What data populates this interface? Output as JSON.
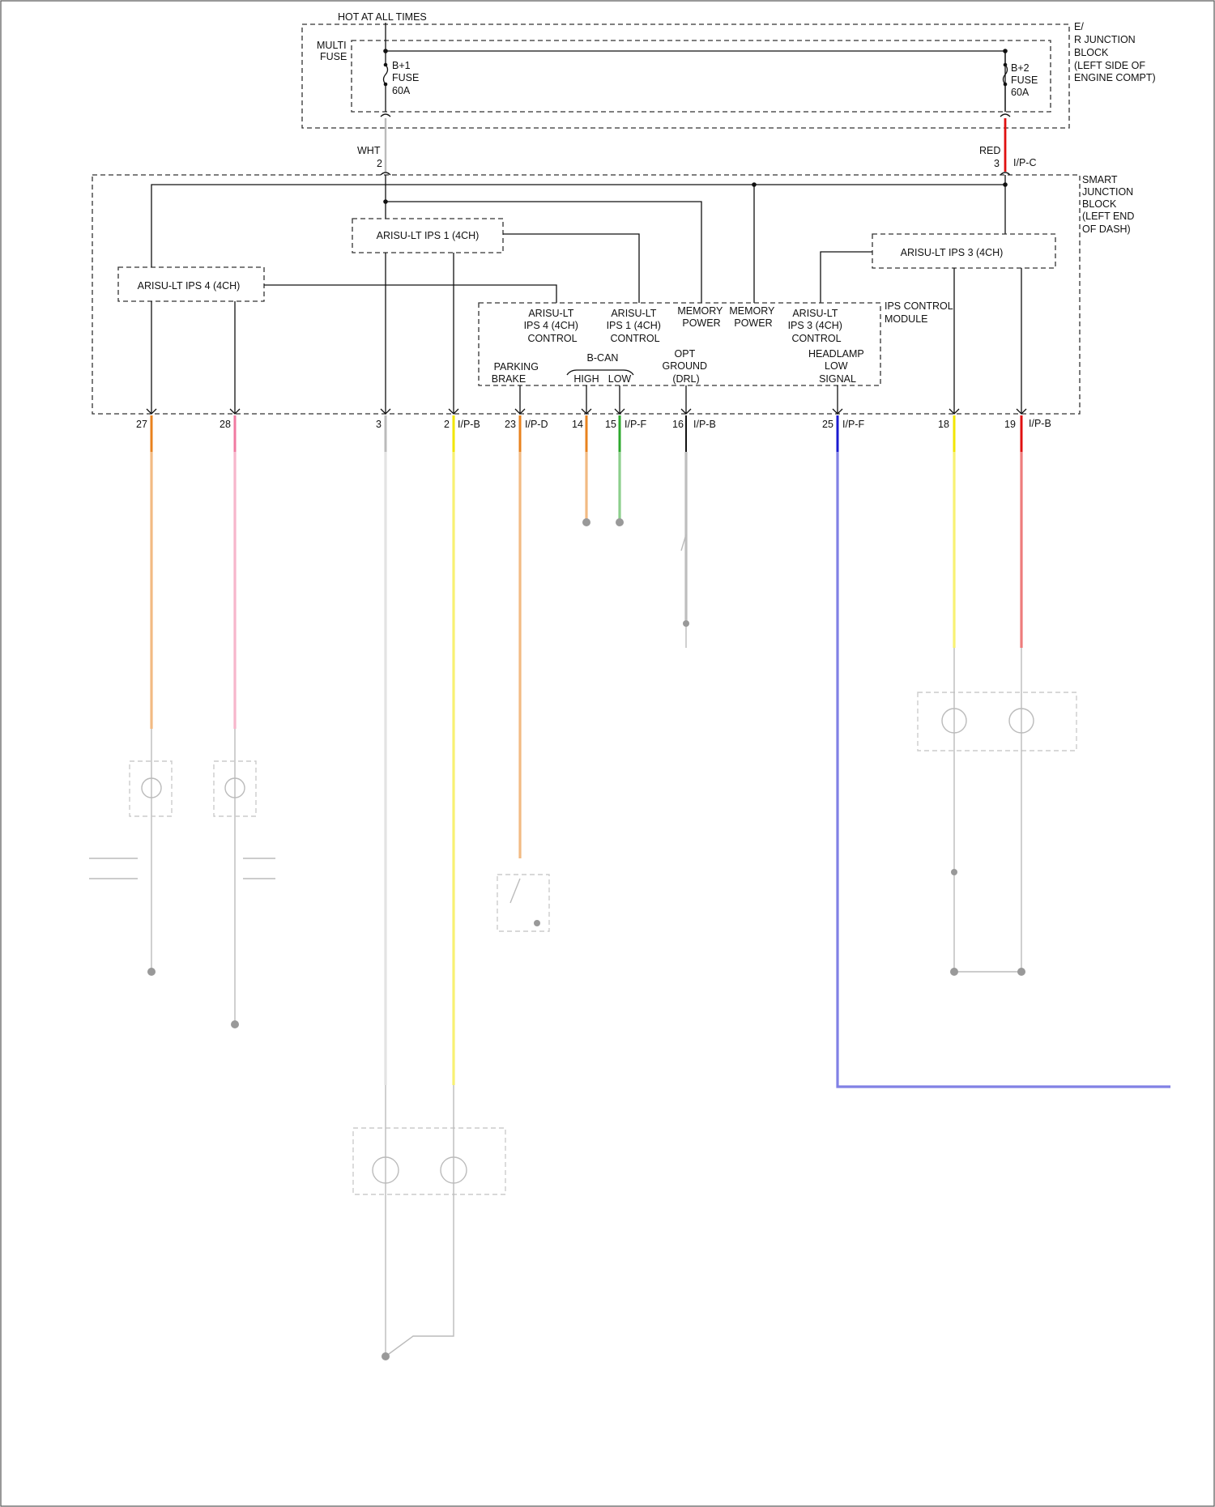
{
  "colors": {
    "orange": "#e8821e",
    "pink": "#f07aa0",
    "gray": "#bbbbbb",
    "yellow": "#f2e600",
    "green": "#2ea82e",
    "black": "#111111",
    "blue": "#1a1ad0",
    "red": "#e01010"
  },
  "top": {
    "hot_label": "HOT AT ALL TIMES",
    "multi_fuse": [
      "MULTI",
      "FUSE"
    ],
    "b1_fuse": [
      "B+1",
      "FUSE",
      "60A"
    ],
    "b2_fuse": [
      "B+2",
      "FUSE",
      "60A"
    ],
    "er_block": [
      "E/",
      "R JUNCTION",
      "BLOCK",
      "(LEFT SIDE OF",
      "ENGINE COMPT)"
    ],
    "wht": "WHT",
    "red": "RED",
    "pin_2": "2",
    "pin_3": "3",
    "conn_ipc": "I/P-C"
  },
  "sjb": {
    "label": [
      "SMART",
      "JUNCTION",
      "BLOCK",
      "(LEFT END",
      "OF DASH)"
    ],
    "ips1": "ARISU-LT IPS 1 (4CH)",
    "ips3": "ARISU-LT IPS 3 (4CH)",
    "ips4": "ARISU-LT IPS 4 (4CH)",
    "module_label": [
      "IPS CONTROL",
      "MODULE"
    ],
    "ctrl_ips4": [
      "ARISU-LT",
      "IPS 4 (4CH)",
      "CONTROL"
    ],
    "ctrl_ips1": [
      "ARISU-LT",
      "IPS 1 (4CH)",
      "CONTROL"
    ],
    "memory_power_1": [
      "MEMORY",
      "POWER"
    ],
    "memory_power_2": [
      "MEMORY",
      "POWER"
    ],
    "ctrl_ips3": [
      "ARISU-LT",
      "IPS 3 (4CH)",
      "CONTROL"
    ],
    "parking_brake": [
      "PARKING",
      "BRAKE"
    ],
    "bcan": "B-CAN",
    "high": "HIGH",
    "low": "LOW",
    "opt_ground": [
      "OPT",
      "GROUND",
      "(DRL)"
    ],
    "headlamp_low": [
      "HEADLAMP",
      "LOW",
      "SIGNAL"
    ]
  },
  "pins": [
    {
      "num": "27",
      "conn": ""
    },
    {
      "num": "28",
      "conn": ""
    },
    {
      "num": "3",
      "conn": ""
    },
    {
      "num": "2",
      "conn": "I/P-B"
    },
    {
      "num": "23",
      "conn": "I/P-D"
    },
    {
      "num": "14",
      "conn": ""
    },
    {
      "num": "15",
      "conn": "I/P-F"
    },
    {
      "num": "16",
      "conn": "I/P-B"
    },
    {
      "num": "25",
      "conn": "I/P-F"
    },
    {
      "num": "18",
      "conn": ""
    },
    {
      "num": "19",
      "conn": "I/P-B"
    }
  ]
}
